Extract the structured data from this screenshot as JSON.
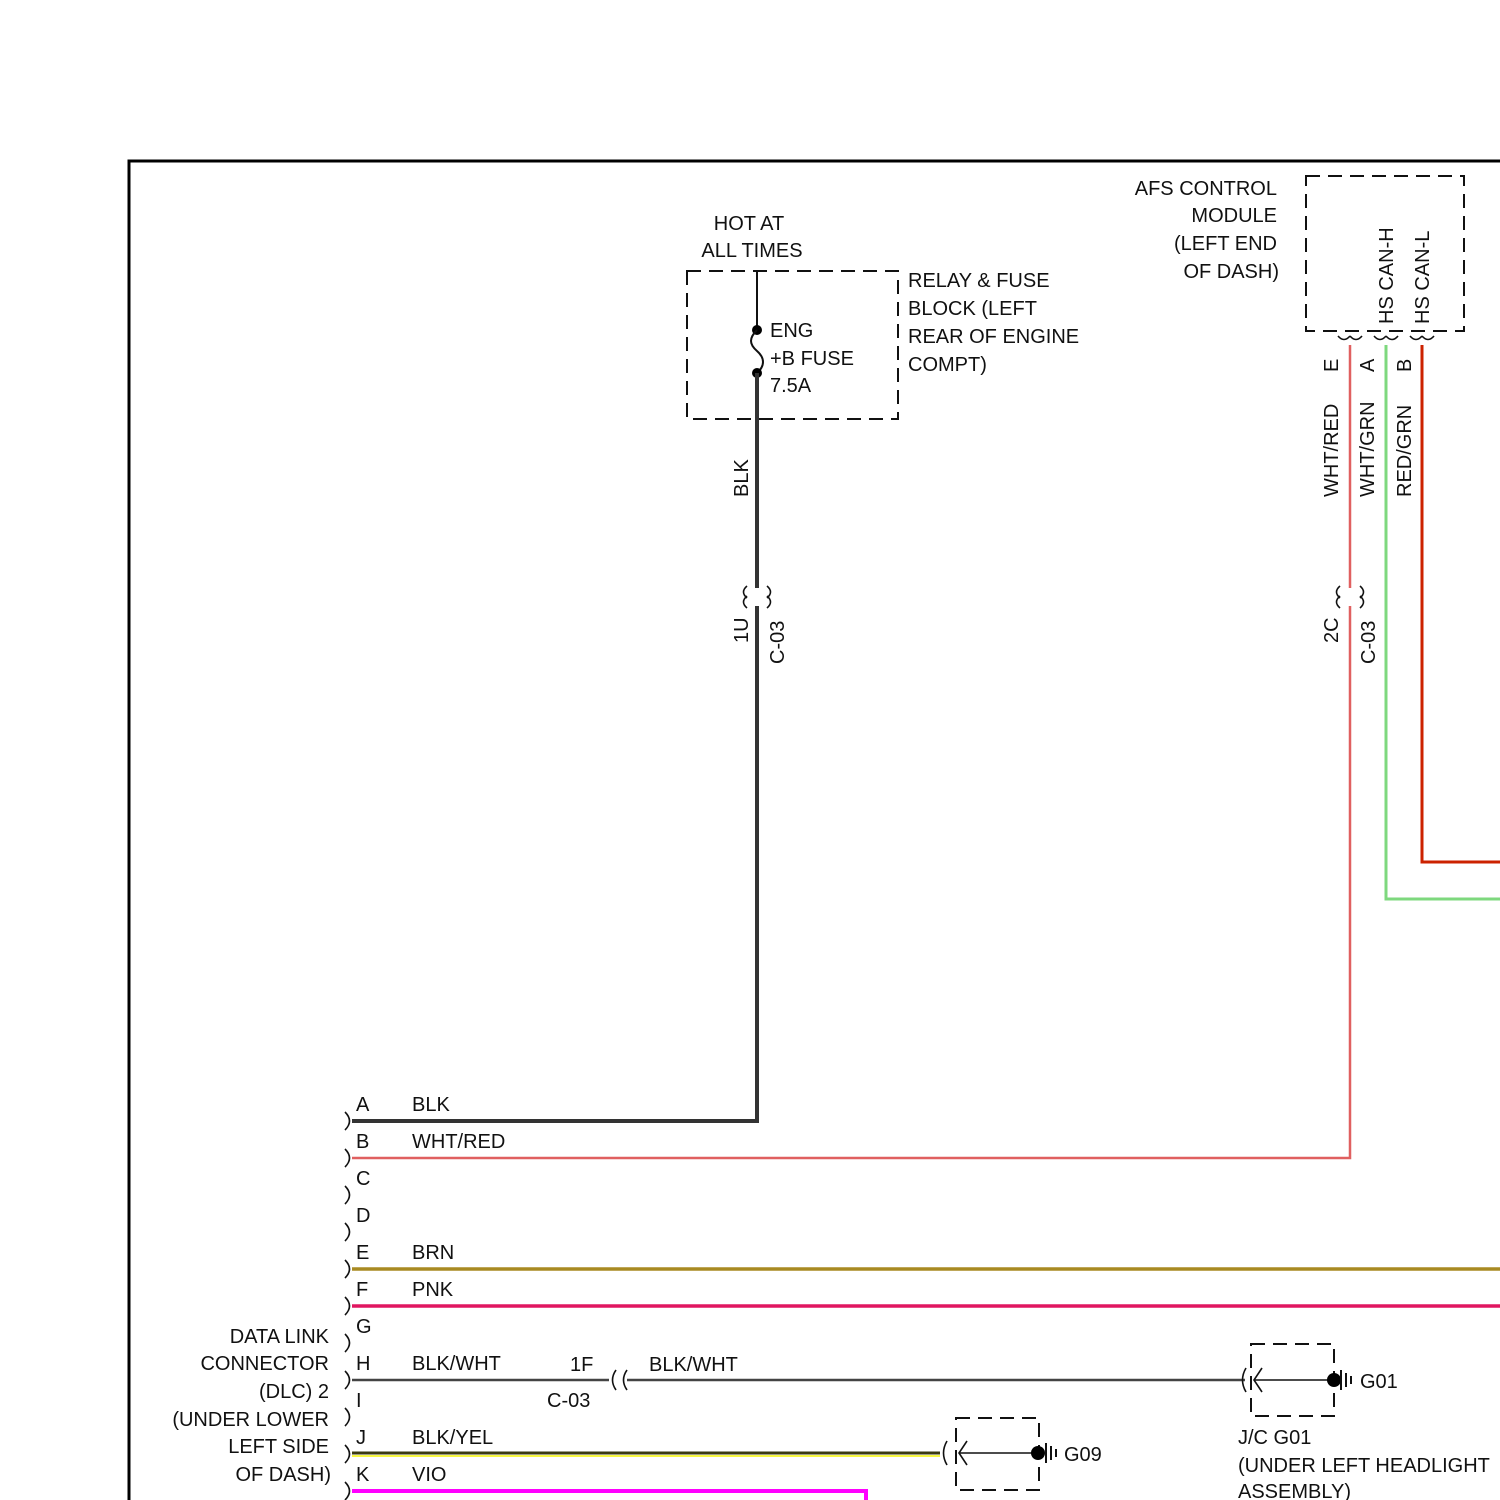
{
  "power": {
    "source_lines": [
      "HOT AT",
      "ALL TIMES"
    ],
    "fuse_lines": [
      "ENG",
      "+B FUSE",
      "7.5A"
    ],
    "relay_block_lines": [
      "RELAY & FUSE",
      "BLOCK (LEFT",
      "REAR OF ENGINE",
      "COMPT)"
    ],
    "feed_wire_color": "BLK",
    "feed_connector": {
      "pin": "1U",
      "id": "C-03"
    }
  },
  "afs_module": {
    "label_lines": [
      "AFS CONTROL",
      "MODULE",
      "(LEFT END",
      "OF DASH)"
    ],
    "pins": [
      {
        "pin": "E",
        "wire_color": "WHT/RED",
        "signal": "",
        "stroke": "#e06060"
      },
      {
        "pin": "A",
        "wire_color": "WHT/GRN",
        "signal": "HS CAN-H",
        "stroke": "#7ed87e"
      },
      {
        "pin": "B",
        "wire_color": "RED/GRN",
        "signal": "HS CAN-L",
        "stroke": "#cc2200"
      }
    ],
    "inline_connector": {
      "pin": "2C",
      "id": "C-03"
    }
  },
  "dlc": {
    "label_lines": [
      "DATA LINK",
      "CONNECTOR",
      "(DLC) 2",
      "(UNDER LOWER",
      "LEFT SIDE",
      "OF DASH)"
    ],
    "pins": [
      {
        "pin": "A",
        "wire_color": "BLK",
        "stroke": "#333333"
      },
      {
        "pin": "B",
        "wire_color": "WHT/RED",
        "stroke": "#e06060"
      },
      {
        "pin": "C",
        "wire_color": "",
        "stroke": ""
      },
      {
        "pin": "D",
        "wire_color": "",
        "stroke": ""
      },
      {
        "pin": "E",
        "wire_color": "BRN",
        "stroke": "#a88a22"
      },
      {
        "pin": "F",
        "wire_color": "PNK",
        "stroke": "#e01660"
      },
      {
        "pin": "G",
        "wire_color": "",
        "stroke": ""
      },
      {
        "pin": "H",
        "wire_color": "BLK/WHT",
        "stroke": "#444444"
      },
      {
        "pin": "I",
        "wire_color": "",
        "stroke": ""
      },
      {
        "pin": "J",
        "wire_color": "BLK/YEL",
        "stroke": "#3a3a10"
      },
      {
        "pin": "K",
        "wire_color": "VIO",
        "stroke": "#ff00ff"
      }
    ]
  },
  "ground_h": {
    "connector_pin": "1F",
    "connector_id": "C-03",
    "wire_after": "BLK/WHT",
    "ground_id": "G01",
    "jc_lines": [
      "J/C G01",
      "(UNDER LEFT HEADLIGHT",
      "ASSEMBLY)"
    ]
  },
  "ground_j": {
    "ground_id": "G09"
  }
}
